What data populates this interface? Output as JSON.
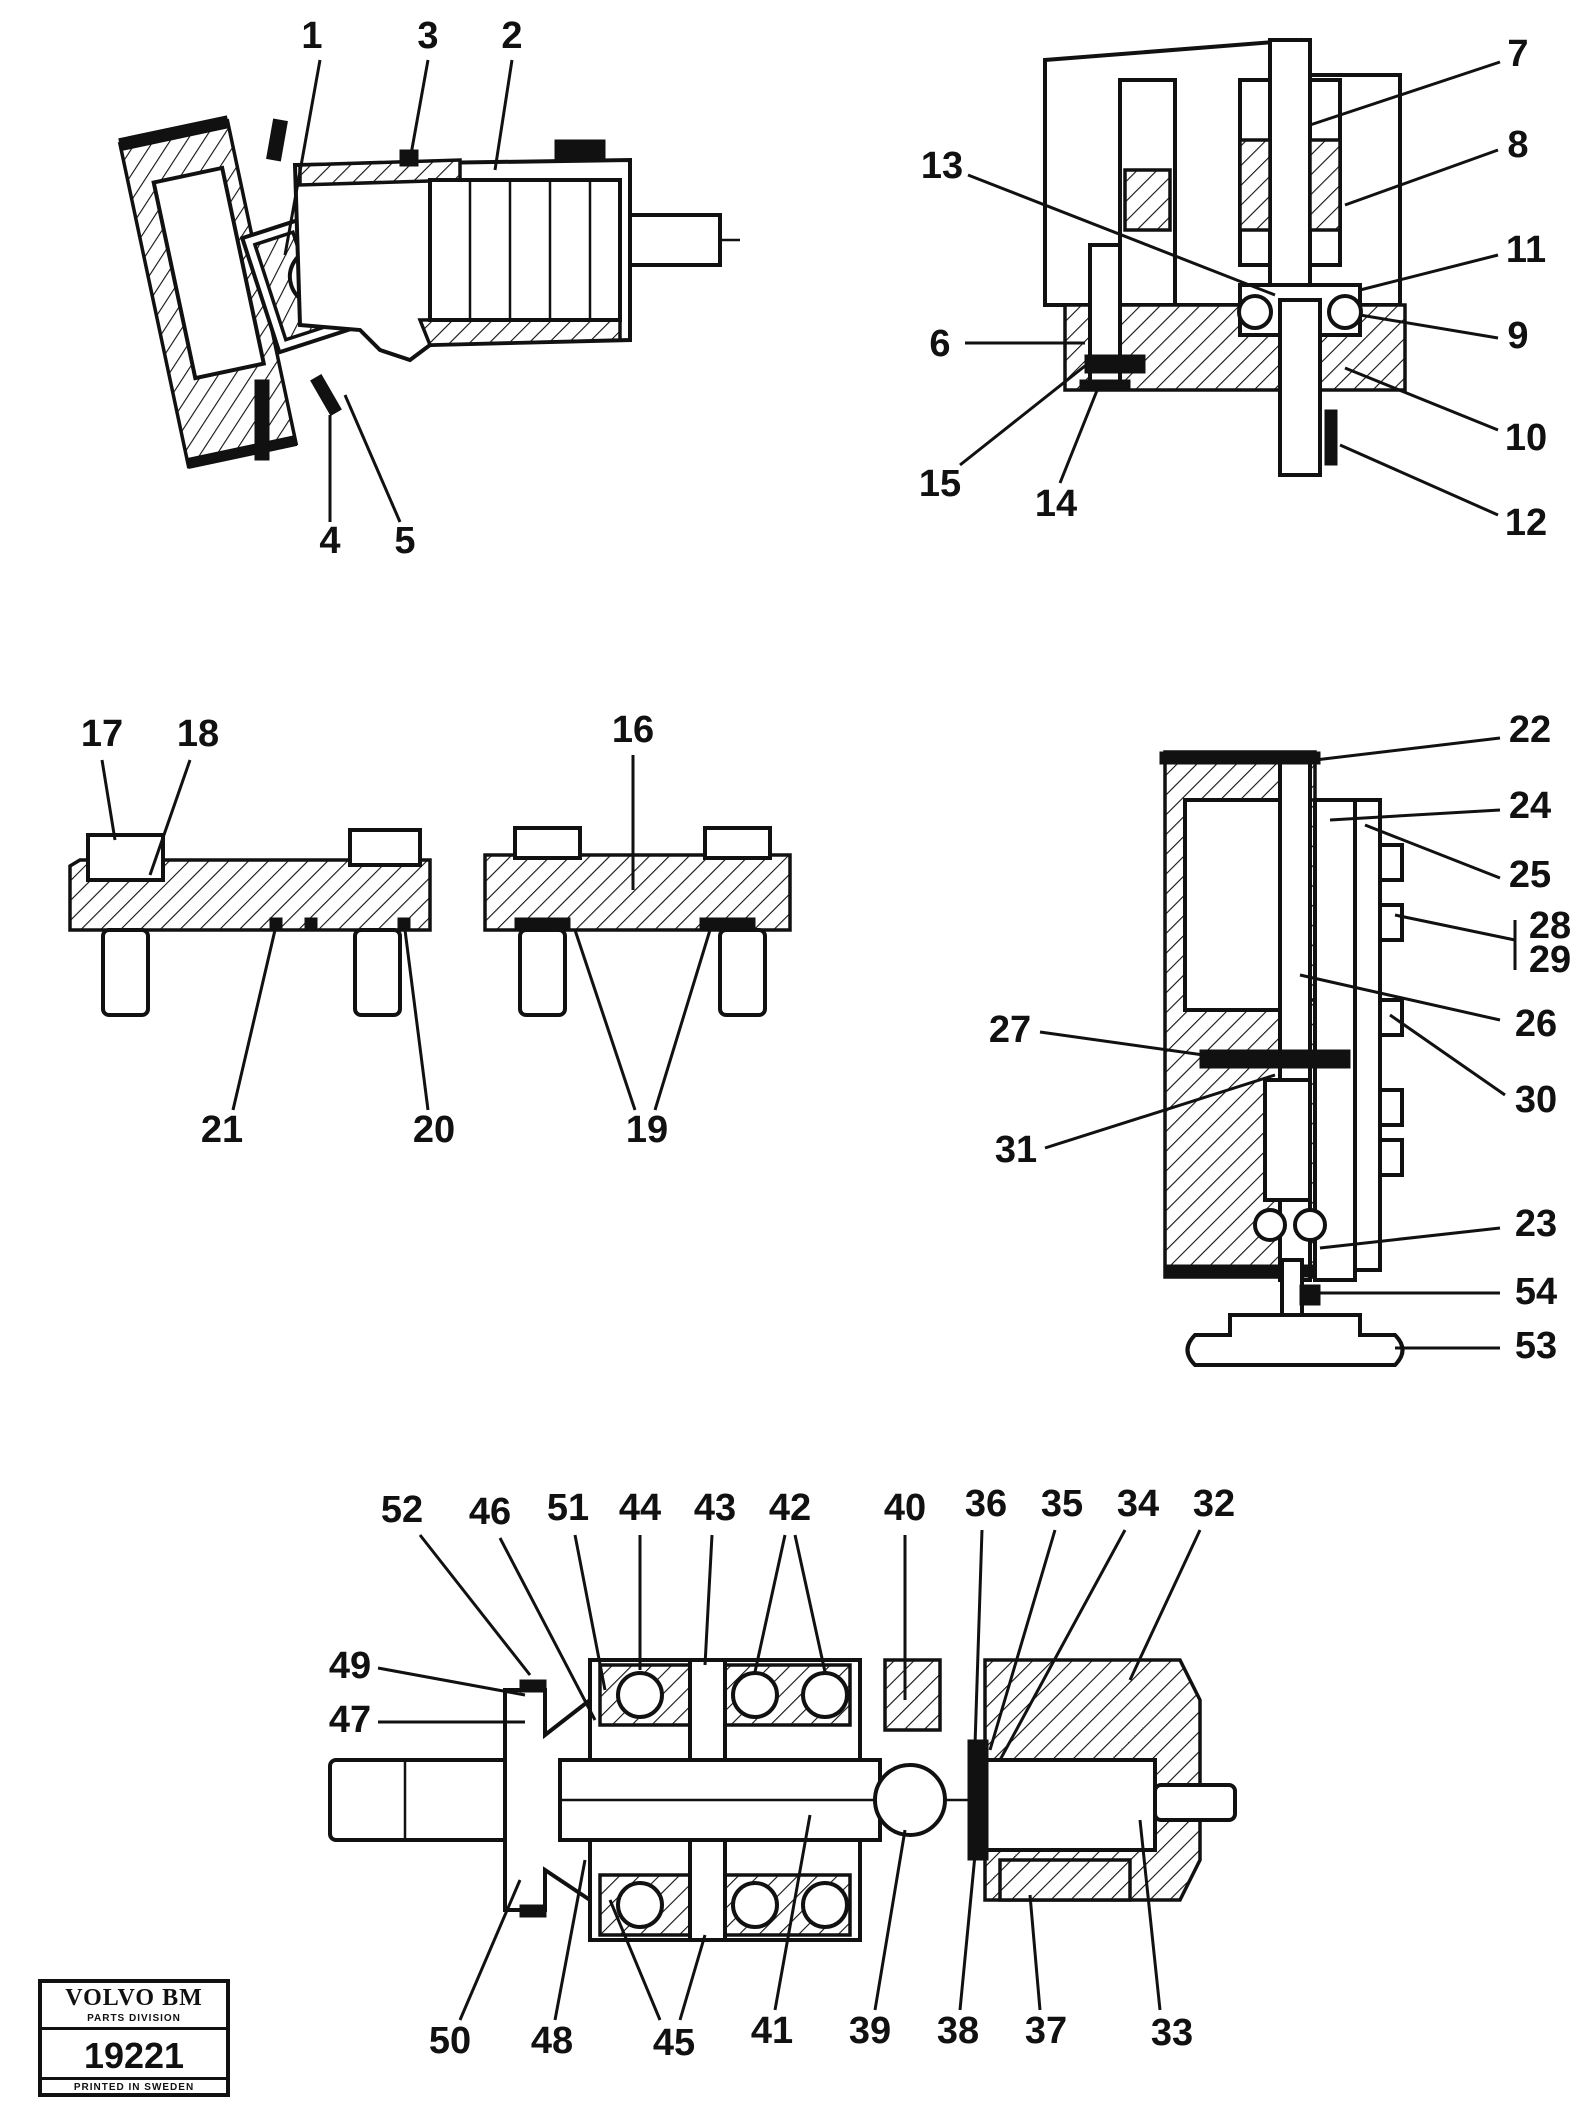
{
  "drawing": {
    "number": "19221",
    "brand": "VOLVO BM",
    "division": "PARTS DIVISION",
    "printed": "PRINTED IN SWEDEN"
  },
  "callouts": {
    "c1": "1",
    "c2": "2",
    "c3": "3",
    "c4": "4",
    "c5": "5",
    "c6": "6",
    "c7": "7",
    "c8": "8",
    "c9": "9",
    "c10": "10",
    "c11": "11",
    "c12": "12",
    "c13": "13",
    "c14": "14",
    "c15": "15",
    "c16": "16",
    "c17": "17",
    "c18": "18",
    "c19": "19",
    "c20": "20",
    "c21": "21",
    "c22": "22",
    "c23": "23",
    "c24": "24",
    "c25": "25",
    "c26": "26",
    "c27": "27",
    "c28": "28",
    "c29": "29",
    "c30": "30",
    "c31": "31",
    "c32": "32",
    "c33": "33",
    "c34": "34",
    "c35": "35",
    "c36": "36",
    "c37": "37",
    "c38": "38",
    "c39": "39",
    "c40": "40",
    "c41": "41",
    "c42": "42",
    "c43": "43",
    "c44": "44",
    "c45": "45",
    "c46": "46",
    "c47": "47",
    "c48": "48",
    "c49": "49",
    "c50": "50",
    "c51": "51",
    "c52": "52",
    "c53": "53",
    "c54": "54"
  }
}
